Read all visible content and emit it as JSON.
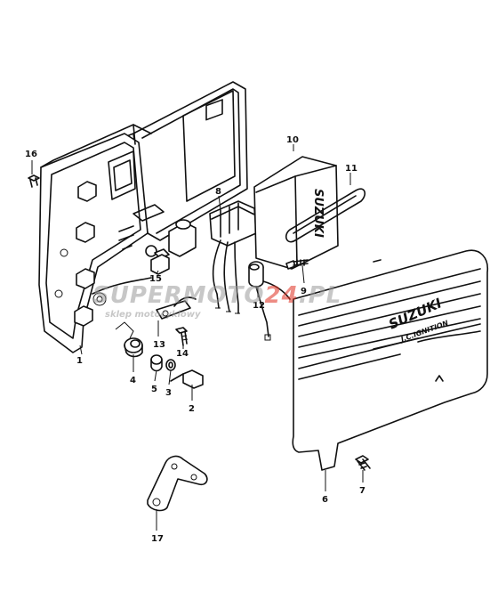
{
  "diagram": {
    "brand_text": "SUZUKI",
    "module_label": "SUZUKI",
    "cover_label_ignition": "J.C.IGNITION",
    "watermark": {
      "text_main": "SUPERMOTO",
      "text_accent": "24",
      "text_suffix": ".PL",
      "tagline": "sklep motocyklowy",
      "accent_color": "#e03020"
    },
    "callouts": [
      {
        "num": "1"
      },
      {
        "num": "2"
      },
      {
        "num": "3"
      },
      {
        "num": "4"
      },
      {
        "num": "5"
      },
      {
        "num": "6"
      },
      {
        "num": "7"
      },
      {
        "num": "8"
      },
      {
        "num": "9"
      },
      {
        "num": "10"
      },
      {
        "num": "11"
      },
      {
        "num": "12"
      },
      {
        "num": "13"
      },
      {
        "num": "14"
      },
      {
        "num": "15"
      },
      {
        "num": "16"
      },
      {
        "num": "17"
      }
    ]
  }
}
